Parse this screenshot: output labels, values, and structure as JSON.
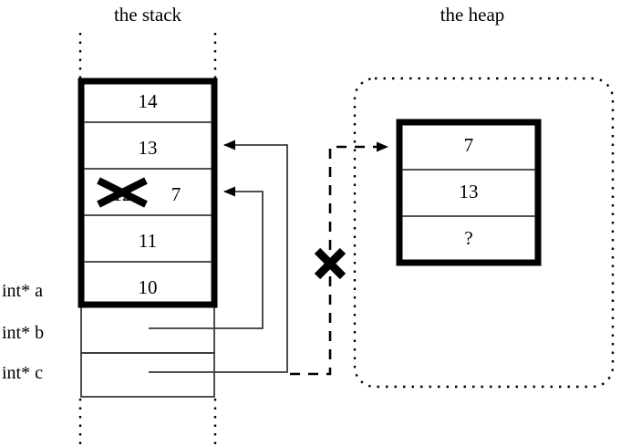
{
  "titles": {
    "stack": "the stack",
    "heap": "the heap"
  },
  "stack": {
    "cells": [
      {
        "value": "14",
        "struck": false
      },
      {
        "value": "13",
        "struck": false
      },
      {
        "value": "12",
        "struck": true,
        "replacement": "7"
      },
      {
        "value": "11",
        "struck": false
      },
      {
        "value": "10",
        "struck": false
      }
    ],
    "variables": [
      {
        "label": "int* a"
      },
      {
        "label": "int* b"
      },
      {
        "label": "int* c"
      }
    ]
  },
  "heap": {
    "cells": [
      {
        "value": "7"
      },
      {
        "value": "13"
      },
      {
        "value": "?"
      }
    ]
  },
  "annotations": {
    "cross_out_value": "12",
    "new_value": "7",
    "broken_pointer_marker": "x-cross-mark"
  },
  "colors": {
    "stroke": "#000000",
    "background": "#ffffff",
    "thin_line": "#3a3a3a"
  }
}
